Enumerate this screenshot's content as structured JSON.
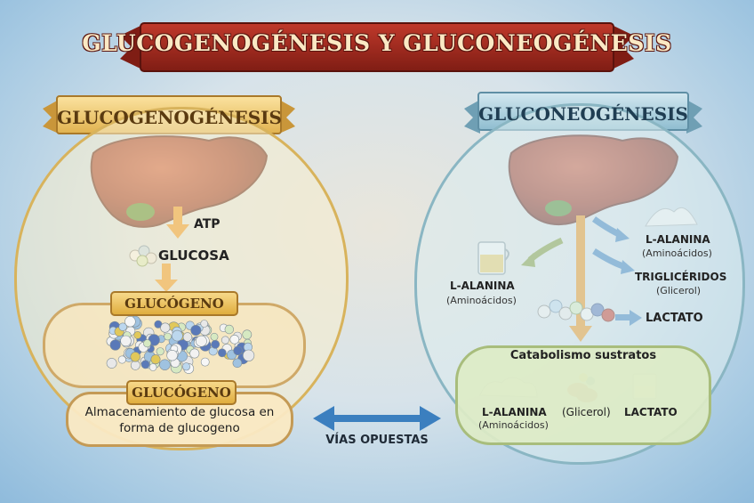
{
  "title": "GLUCOGENOGÉNESIS Y GLUCONEOGÉNESIS",
  "left_panel": {
    "title": "GLUCOGENOGÉNESIS",
    "atp_label": "ATP",
    "glucosa_label": "GLUCOSA",
    "glucogeno_label_top": "GLUCÓGENO",
    "glucogeno_label_bottom": "GLUCÓGENO",
    "storage_text": "Almacenamiento de glucosa en forma de glucogeno"
  },
  "right_panel": {
    "title": "GLUCONEOGÉNESIS",
    "alanina_right": "L-ALANINA",
    "alanina_right_sub": "(Aminoácidos)",
    "alanina_left": "L-ALANINA",
    "alanina_left_sub": "(Aminoácidos)",
    "trigliceridos": "TRIGLICÉRIDOS",
    "trigliceridos_sub": "(Glicerol)",
    "lactato": "LACTATO",
    "catabolismo_title": "Catabolismo sustratos",
    "catab_alanina": "L-ALANINA",
    "catab_alanina_sub": "(Aminoácidos)",
    "catab_glicerol": "(Glicerol)",
    "catab_lactato": "LACTATO"
  },
  "center": {
    "vias_opuestas": "VÍAS OPUESTAS"
  },
  "colors": {
    "banner_red": "#a3261c",
    "gold": "#e8b54a",
    "blue_banner": "#9cc5d6",
    "arrow_orange": "#e9921e",
    "arrow_blue": "#3b7fbf",
    "arrow_green": "#7f9a3a"
  }
}
